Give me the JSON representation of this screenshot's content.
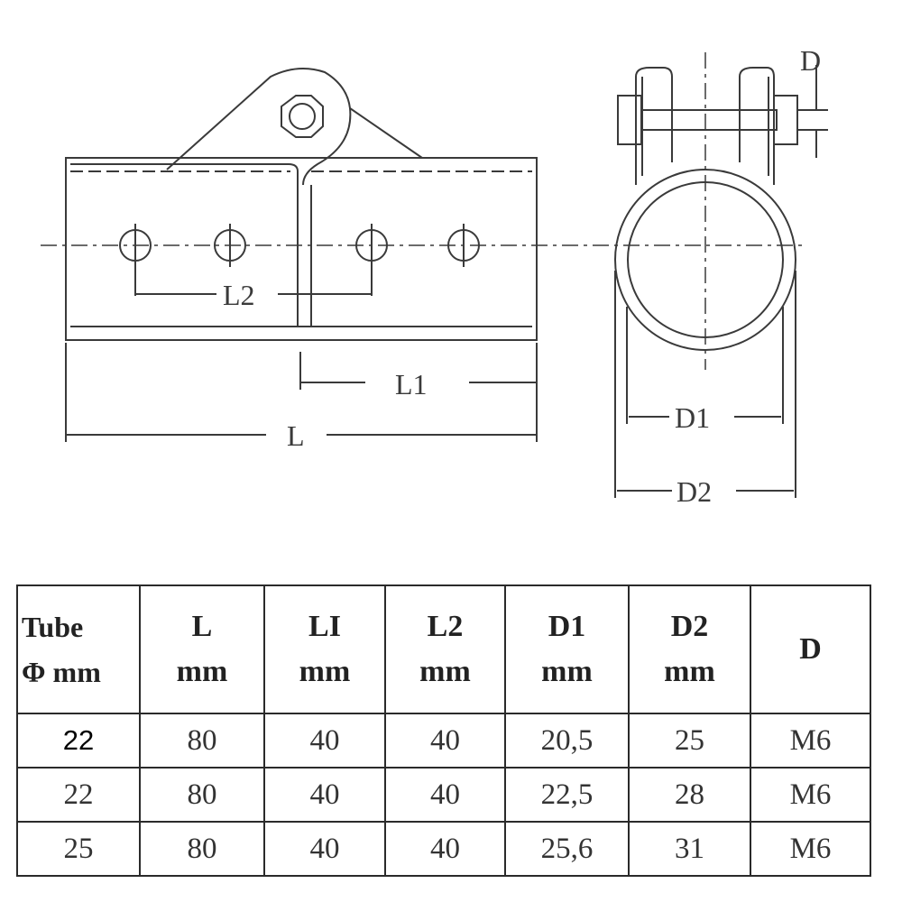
{
  "drawing": {
    "labels": {
      "L": "L",
      "L1": "L1",
      "L2": "L2",
      "D": "D",
      "D1": "D1",
      "D2": "D2"
    }
  },
  "table": {
    "headers": [
      {
        "line1": "Tube",
        "line2": "Φ mm"
      },
      {
        "line1": "L",
        "line2": "mm"
      },
      {
        "line1": "LI",
        "line2": "mm"
      },
      {
        "line1": "L2",
        "line2": "mm"
      },
      {
        "line1": "D1",
        "line2": "mm"
      },
      {
        "line1": "D2",
        "line2": "mm"
      },
      {
        "line1": "D",
        "line2": ""
      }
    ],
    "rows": [
      [
        "22",
        "80",
        "40",
        "40",
        "20,5",
        "25",
        "M6"
      ],
      [
        "22",
        "80",
        "40",
        "40",
        "22,5",
        "28",
        "M6"
      ],
      [
        "25",
        "80",
        "40",
        "40",
        "25,6",
        "31",
        "M6"
      ]
    ]
  }
}
